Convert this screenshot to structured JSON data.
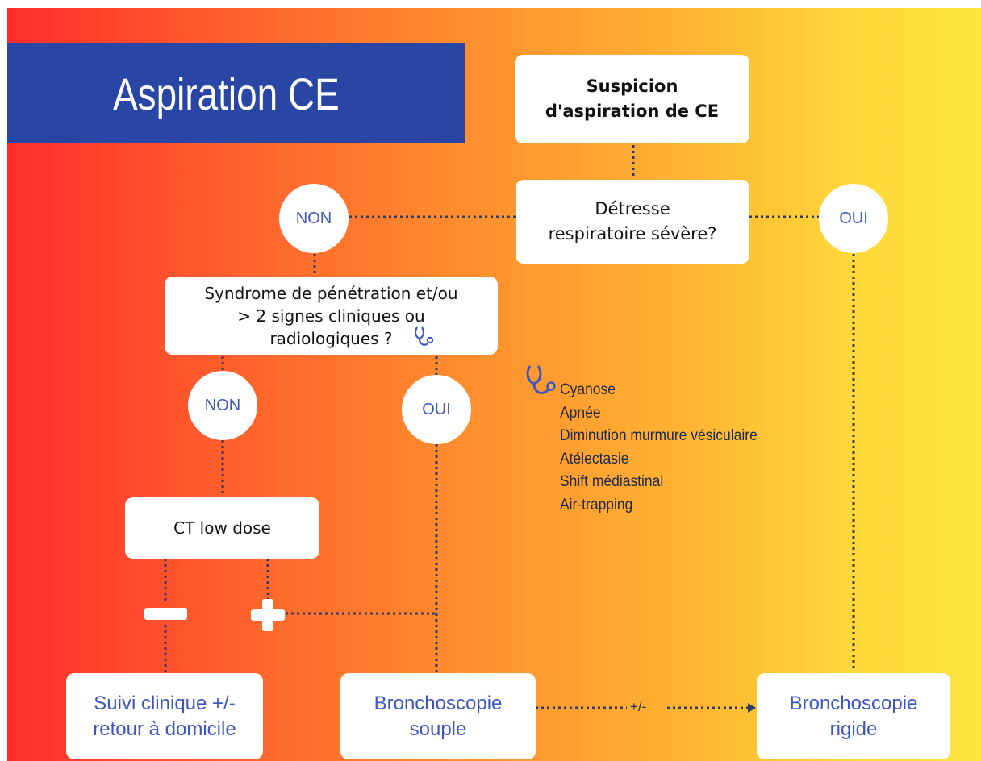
{
  "title": "Aspiration CE",
  "nodes": {
    "suspicion": "Suspicion\nd'aspiration de CE",
    "detresse": "Détresse\nrespiratoire sévère?",
    "syndrome": "Syndrome de pénétration et/ou\n> 2 signes cliniques ou\nradiologiques ?",
    "ct": "CT low dose",
    "suivi": "Suivi clinique +/-\nretour à domicile",
    "broncho_souple": "Bronchoscopie\nsouple",
    "broncho_rigide": "Bronchoscopie\nrigide"
  },
  "decisions": {
    "non_1": "NON",
    "oui_1": "OUI",
    "non_2": "NON",
    "oui_2": "OUI"
  },
  "edge_label": "+/-",
  "clinical_signs": [
    "Cyanose",
    "Apnée",
    "Diminution murmure vésiculaire",
    "Atélectasie",
    "Shift médiastinal",
    "Air-trapping"
  ],
  "icons": [
    "stethoscope-icon",
    "minus-icon",
    "plus-icon",
    "arrow-right-icon"
  ],
  "colors": {
    "title_band": "#2a46a5",
    "accent_text": "#3d56c2",
    "connector": "#2b3a67",
    "gradient_start": "#ff2d2b",
    "gradient_end": "#fde43e"
  }
}
